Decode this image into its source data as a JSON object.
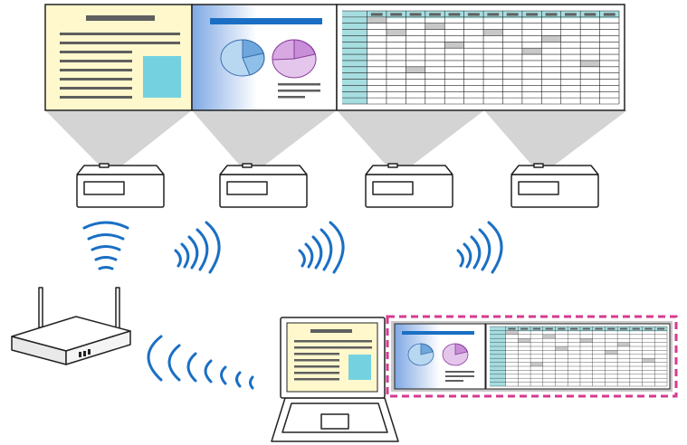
{
  "diagram": {
    "description_labels": [],
    "screens": [
      {
        "id": "screen-1",
        "content": "document"
      },
      {
        "id": "screen-2",
        "content": "presentation"
      },
      {
        "id": "screen-3",
        "content": "spreadsheet"
      }
    ],
    "projectors": [
      {
        "id": "projector-1"
      },
      {
        "id": "projector-2"
      },
      {
        "id": "projector-3"
      },
      {
        "id": "projector-4"
      }
    ],
    "router": {
      "port_label": "▮▮▮"
    },
    "laptop": {
      "content": "document"
    },
    "extended_desktop": {
      "contents": [
        "presentation",
        "spreadsheet"
      ]
    },
    "colors": {
      "line": "#222222",
      "doc_bg": "#fff8cc",
      "doc_box": "#74d2e0",
      "text_line": "#5f5f5f",
      "chart_blue": "#9bc7ec",
      "chart_purple": "#d9b2e2",
      "teal": "#a6dde0",
      "wifi_blue": "#1a6fc4",
      "beam_gray": "#d4d4d4",
      "dash_magenta": "#d63a8f",
      "panel_gray": "#c8c8c8"
    }
  }
}
